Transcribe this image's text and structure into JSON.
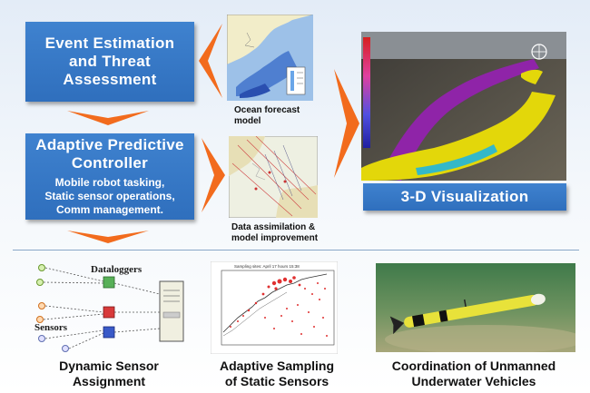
{
  "boxes": {
    "event": "Event Estimation and Threat Assessment",
    "controller_title": "Adaptive Predictive Controller",
    "controller_body": [
      "Mobile robot tasking,",
      "Static sensor operations,",
      "Comm management."
    ],
    "visualization": "3-D Visualization"
  },
  "captions": {
    "ocean": [
      "Ocean forecast",
      "model"
    ],
    "assimilation": [
      "Data assimilation &",
      "model improvement"
    ]
  },
  "diagram": {
    "dataloggers": "Dataloggers",
    "sensors": "Sensors"
  },
  "scatter": {
    "title": "Sampling sites: April 17 hours 15:38"
  },
  "bottom": {
    "dynamic": [
      "Dynamic Sensor",
      "Assignment"
    ],
    "adaptive": [
      "Adaptive Sampling",
      "of Static Sensors"
    ],
    "coordination": [
      "Coordination of Unmanned",
      "Underwater Vehicles"
    ]
  },
  "colors": {
    "box_blue": "#3a7bcb",
    "arrow_orange": "#f26b1d"
  }
}
